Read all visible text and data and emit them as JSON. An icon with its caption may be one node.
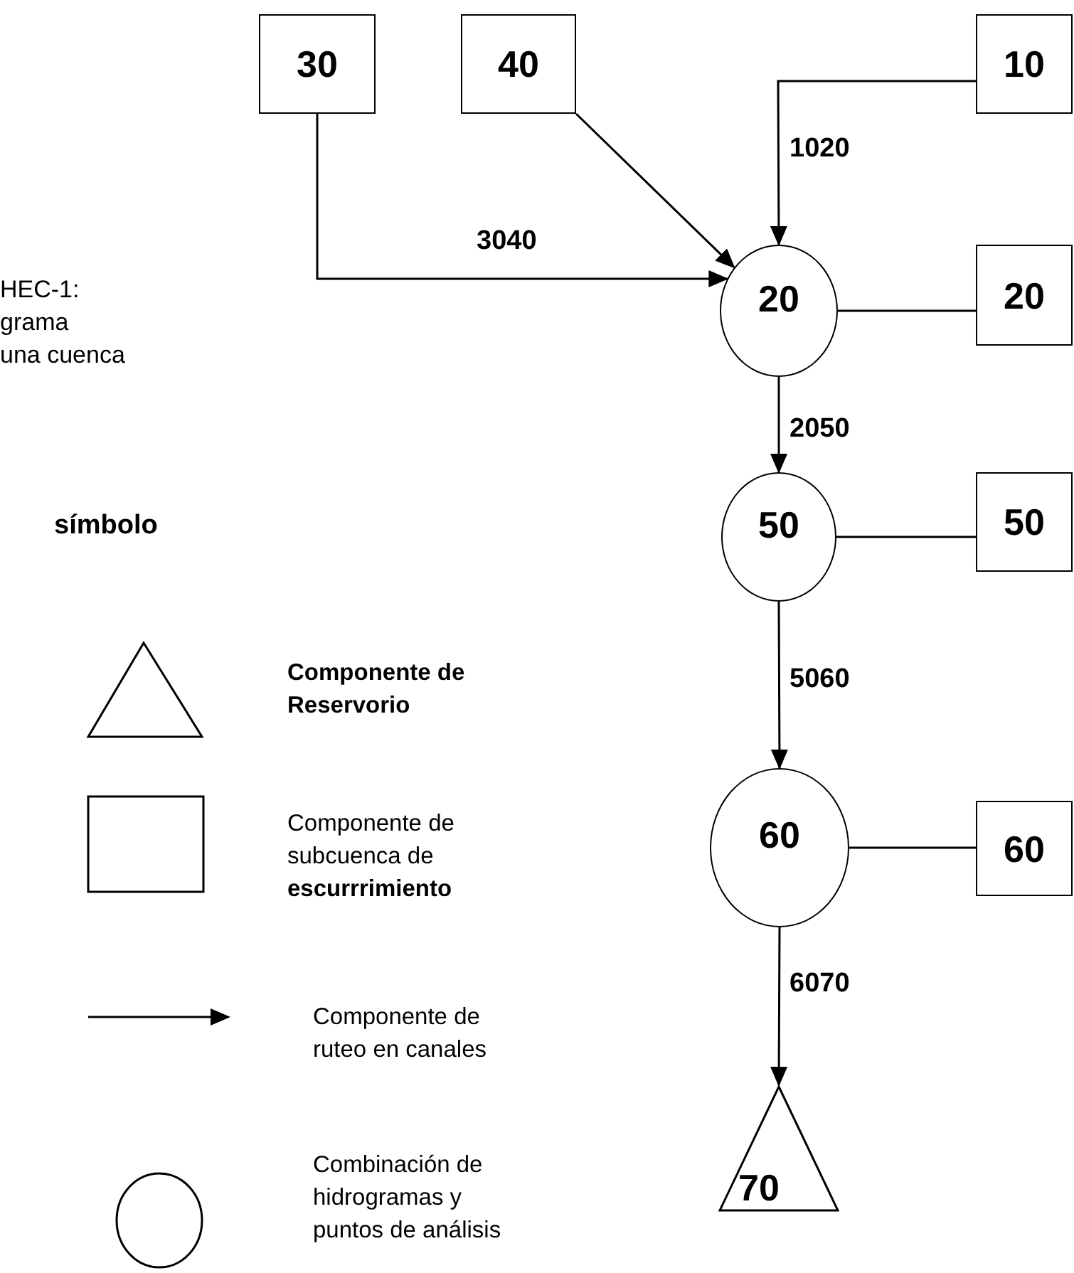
{
  "diagram": {
    "nodes": [
      {
        "text": [
          "30"
        ]
      },
      {
        "text": [
          "40"
        ]
      },
      {
        "text": [
          "10"
        ]
      },
      {
        "text": [
          "20"
        ]
      },
      {
        "text": [
          "20"
        ]
      },
      {
        "text": [
          "50"
        ]
      },
      {
        "text": [
          "50"
        ]
      },
      {
        "text": [
          "60"
        ]
      },
      {
        "text": [
          "60"
        ]
      },
      {
        "text": [
          "70"
        ]
      }
    ],
    "edges": [
      {
        "from": 0,
        "to": 3,
        "arrow": "to",
        "label": "3040"
      },
      {
        "from": 1,
        "to": 3,
        "arrow": "to"
      },
      {
        "from": 2,
        "to": 3,
        "arrow": "to",
        "label": "1020"
      },
      {
        "from": 4,
        "to": 3,
        "arrow": "none"
      },
      {
        "from": 3,
        "to": 5,
        "arrow": "to",
        "label": "2050"
      },
      {
        "from": 6,
        "to": 5,
        "arrow": "none"
      },
      {
        "from": 5,
        "to": 7,
        "arrow": "to",
        "label": "5060"
      },
      {
        "from": 8,
        "to": 7,
        "arrow": "none"
      },
      {
        "from": 7,
        "to": 9,
        "arrow": "to",
        "label": "6070"
      }
    ],
    "labels": [
      "HEC-1:",
      "grama",
      "una cuenca",
      "símbolo"
    ],
    "legend": [
      {
        "text": "Componente de Reservorio"
      },
      {
        "text": "Componente de subcuenca de **escurrrimiento**"
      },
      {
        "text": "Componente de ruteo en canales"
      },
      {
        "text": "Combinación de hidrogramas y puntos de análisis"
      }
    ]
  }
}
